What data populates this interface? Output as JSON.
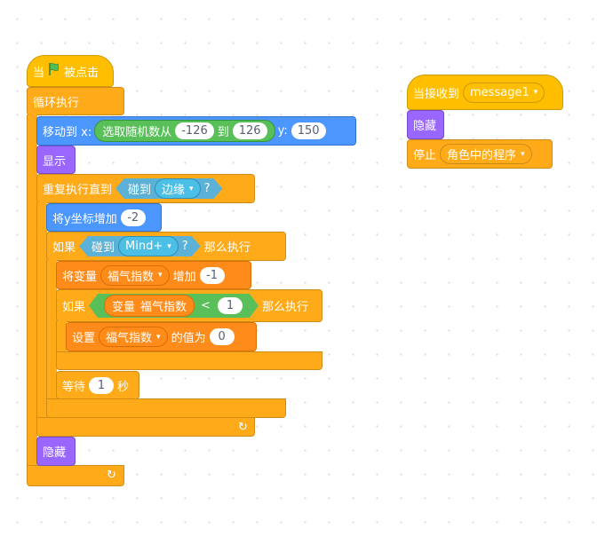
{
  "script1": {
    "when_prefix": "当",
    "when_suffix": "被点击",
    "forever": "循环执行",
    "goto_label": "移动到 x:",
    "random_label": "选取随机数从",
    "random_from": "-126",
    "random_to_label": "到",
    "random_to": "126",
    "y_label": "y:",
    "y_value": "150",
    "show": "显示",
    "repeat_until": "重复执行直到",
    "touching_label": "碰到",
    "touching_edge": "边缘",
    "q": "?",
    "change_y_label": "将y坐标增加",
    "change_y_value": "-2",
    "if_label": "如果",
    "touching_mind": "Mind+",
    "then_label": "那么执行",
    "change_var_label": "将变量",
    "var_name": "福气指数",
    "change_by_label": "增加",
    "change_var_value": "-1",
    "var_reporter_label": "变量",
    "lt": "<",
    "compare_value": "1",
    "set_label": "设置",
    "set_to_label": "的值为",
    "set_value": "0",
    "wait_label": "等待",
    "wait_value": "1",
    "seconds_label": "秒",
    "hide": "隐藏",
    "loop_arrow": "↻"
  },
  "script2": {
    "when_receive": "当接收到",
    "message": "message1",
    "hide": "隐藏",
    "stop_label": "停止",
    "stop_option": "角色中的程序",
    "caret": "▾"
  },
  "colors": {
    "control": "#ffab19",
    "event": "#ffbf00",
    "motion": "#4c97ff",
    "looks": "#9966ff",
    "variables": "#ff8c1a",
    "sensing": "#5cb1d6",
    "operators": "#59c059",
    "flag": "#4cbf56"
  },
  "icons": {
    "flag": "green-flag-icon",
    "caret": "dropdown-caret-icon",
    "loop": "loop-arrow-icon"
  }
}
